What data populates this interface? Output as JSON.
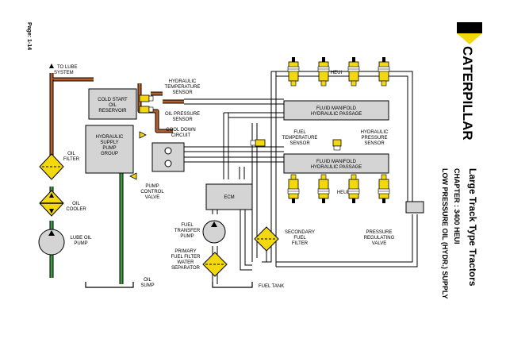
{
  "header": {
    "brand": "CATERPILLAR",
    "title": "Large Track Type Tractors",
    "chapter": "CHAPTER :  3400 HEUI",
    "subtitle": "LOW PRESSURE OIL (HYDR.) SUPPLY",
    "page": "Page:  1-14"
  },
  "labels": {
    "to_lube_l1": "TO LUBE",
    "to_lube_l2": "SYSTEM",
    "hyd_temp_l1": "HYDRAULIC",
    "hyd_temp_l2": "TEMPERATURE",
    "hyd_temp_l3": "SENSOR",
    "reservoir_l1": "COLD START",
    "reservoir_l2": "OIL",
    "reservoir_l3": "RESERVOIR",
    "oil_press_l1": "OIL PRESSURE",
    "oil_press_l2": "SENSOR",
    "cooldown_l1": "COOL DOWN",
    "cooldown_l2": "CIRCUIT",
    "pump_group_l1": "HYDRAULIC",
    "pump_group_l2": "SUPPLY",
    "pump_group_l3": "PUMP",
    "pump_group_l4": "GROUP",
    "oil_filter_l1": "OIL",
    "oil_filter_l2": "FILTER",
    "oil_cooler_l1": "OIL",
    "oil_cooler_l2": "COOLER",
    "lube_pump_l1": "LUBE OIL",
    "lube_pump_l2": "PUMP",
    "pcv_l1": "PUMP",
    "pcv_l2": "CONTROL",
    "pcv_l3": "VALVE",
    "ecm": "ECM",
    "fuel_transfer_l1": "FUEL",
    "fuel_transfer_l2": "TRANSFER",
    "fuel_transfer_l3": "PUMP",
    "primary_filter_l1": "PRIMARY",
    "primary_filter_l2": "FUEL FILTER",
    "primary_filter_l3": "WATER",
    "primary_filter_l4": "SEPARATOR",
    "oil_sump_l1": "OIL",
    "oil_sump_l2": "SUMP",
    "fuel_tank": "FUEL TANK",
    "secondary_filter_l1": "SECONDARY",
    "secondary_filter_l2": "FUEL",
    "secondary_filter_l3": "FILTER",
    "prv_l1": "PRESSURE",
    "prv_l2": "REGULATING",
    "prv_l3": "VALVE",
    "fuel_temp_l1": "FUEL",
    "fuel_temp_l2": "TEMPERATURE",
    "fuel_temp_l3": "SENSOR",
    "hyd_press_l1": "HYDRAULIC",
    "hyd_press_l2": "PRESSURE",
    "hyd_press_l3": "SENSOR",
    "manifold_top_l1": "FLUID MANIFOLD",
    "manifold_top_l2": "HYDRAULIC PASSAGE",
    "manifold_bot_l1": "FLUID MANIFOLD",
    "manifold_bot_l2": "HYDRAULIC PASSAGE",
    "heui_top": "HEUI",
    "heui_bot": "HEUI"
  },
  "colors": {
    "oil_line": "#b5602a",
    "suction_line": "#3e9a3e",
    "component_yellow": "#f4d80f",
    "block_gray": "#d4d4d4"
  }
}
